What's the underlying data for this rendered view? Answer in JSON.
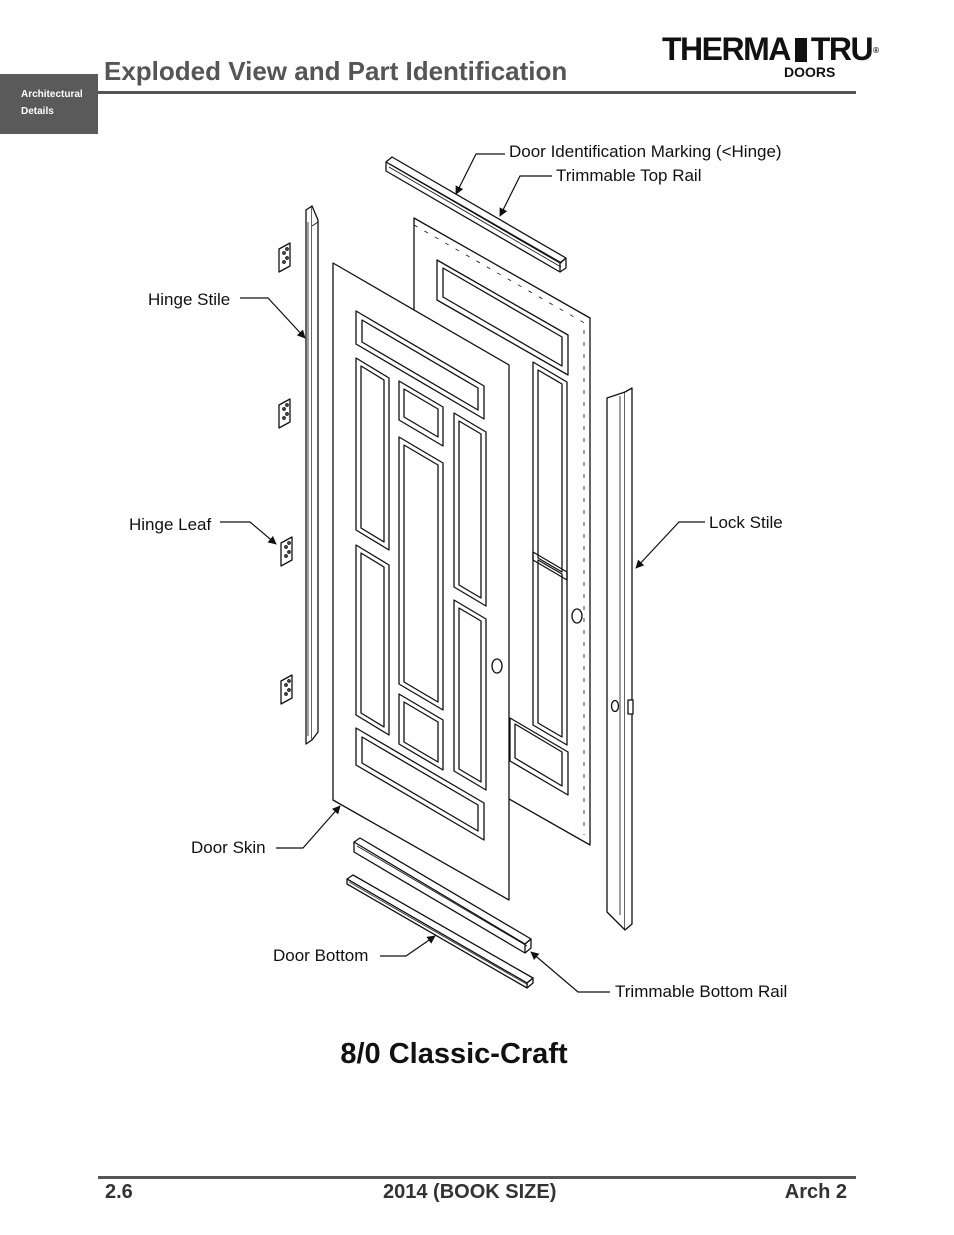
{
  "header": {
    "section_tab": [
      "Architectural",
      "Details"
    ],
    "title": "Exploded View and Part Identification",
    "logo": {
      "main_left": "THERMA",
      "main_right": "TRU",
      "sub": "DOORS",
      "registered": "®"
    }
  },
  "diagram": {
    "labels": {
      "door_id_marking": "Door Identification Marking (<Hinge)",
      "top_rail": "Trimmable Top Rail",
      "hinge_stile": "Hinge Stile",
      "hinge_leaf": "Hinge Leaf",
      "lock_stile": "Lock Stile",
      "door_skin": "Door Skin",
      "door_bottom": "Door Bottom",
      "bottom_rail": "Trimmable Bottom Rail"
    }
  },
  "model_title": "8/0 Classic-Craft",
  "footer": {
    "page": "2.6",
    "edition": "2014 (BOOK SIZE)",
    "section": "Arch 2"
  },
  "colors": {
    "tab_bg": "#5a5a5a",
    "rule": "#555555",
    "title_text": "#555555",
    "ink": "#111111"
  }
}
